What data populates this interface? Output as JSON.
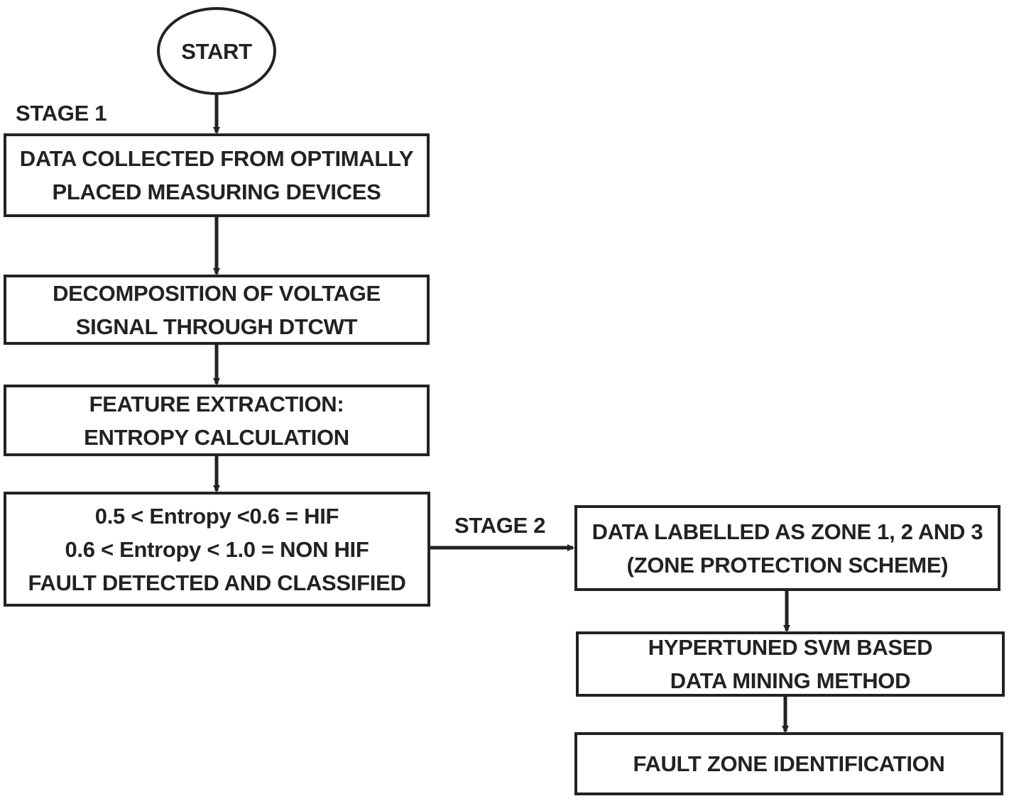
{
  "stages": {
    "stage1": "STAGE 1",
    "stage2": "STAGE 2"
  },
  "nodes": {
    "start": "START",
    "data_collection": [
      "DATA COLLECTED FROM OPTIMALLY",
      "PLACED MEASURING DEVICES"
    ],
    "decomposition": [
      "DECOMPOSITION OF VOLTAGE",
      "SIGNAL THROUGH DTCWT"
    ],
    "feature_extraction": [
      "FEATURE EXTRACTION:",
      "ENTROPY CALCULATION"
    ],
    "classification": [
      "0.5 < Entropy <0.6 = HIF",
      "0.6 < Entropy < 1.0 = NON HIF",
      "FAULT DETECTED AND CLASSIFIED"
    ],
    "zone_labelling": [
      "DATA LABELLED AS ZONE 1, 2 AND 3",
      "(ZONE PROTECTION SCHEME)"
    ],
    "svm_mining": [
      "HYPERTUNED SVM BASED",
      "DATA MINING METHOD"
    ],
    "fault_zone": [
      "FAULT ZONE IDENTIFICATION"
    ]
  },
  "edges": [
    [
      "start",
      "data_collection"
    ],
    [
      "data_collection",
      "decomposition"
    ],
    [
      "decomposition",
      "feature_extraction"
    ],
    [
      "feature_extraction",
      "classification"
    ],
    [
      "classification",
      "zone_labelling"
    ],
    [
      "zone_labelling",
      "svm_mining"
    ],
    [
      "svm_mining",
      "fault_zone"
    ]
  ],
  "colors": {
    "stroke": "#222222",
    "background": "#ffffff"
  }
}
